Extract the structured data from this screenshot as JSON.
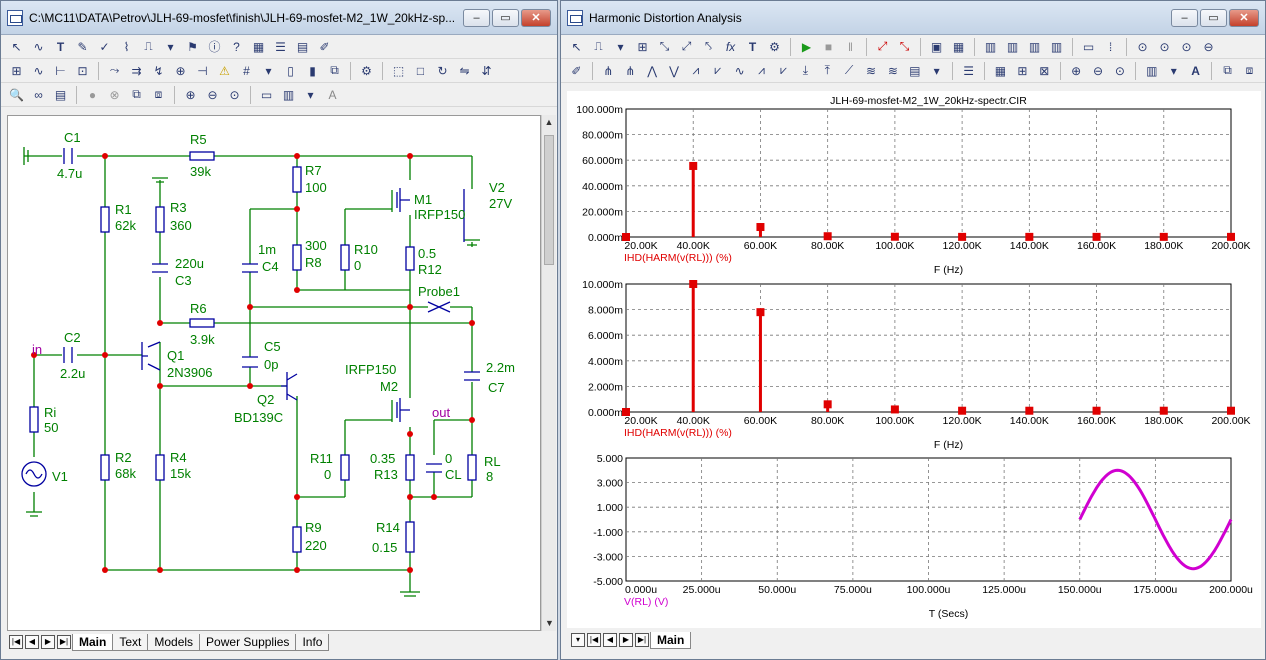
{
  "left_window": {
    "title": "C:\\MC11\\DATA\\Petrov\\JLH-69-mosfet\\finish\\JLH-69-mosfet-M2_1W_20kHz-sp...",
    "tabs": [
      "Main",
      "Text",
      "Models",
      "Power Supplies",
      "Info"
    ],
    "components": {
      "C1": {
        "name": "C1",
        "value": "4.7u"
      },
      "R5": {
        "name": "R5",
        "value": "39k"
      },
      "R7": {
        "name": "R7",
        "value": "100"
      },
      "M1": {
        "name": "M1",
        "value": "IRFP150"
      },
      "V2": {
        "name": "V2",
        "value": "27V"
      },
      "R1": {
        "name": "R1",
        "value": "62k"
      },
      "R3": {
        "name": "R3",
        "value": "360"
      },
      "C3": {
        "name": "C3",
        "value": "220u"
      },
      "C4": {
        "name": "C4",
        "value": "1m"
      },
      "R8": {
        "name": "R8",
        "value": "300"
      },
      "R10": {
        "name": "R10",
        "value": "0"
      },
      "R12": {
        "name": "R12",
        "value": "0.5"
      },
      "probe": "Probe1",
      "R6": {
        "name": "R6",
        "value": "3.9k"
      },
      "C2": {
        "name": "C2",
        "value": "2.2u"
      },
      "Q1": {
        "name": "Q1",
        "value": "2N3906"
      },
      "C5": {
        "name": "C5",
        "value": "0p"
      },
      "C7": {
        "name": "C7",
        "value": "2.2m"
      },
      "in_label": "in",
      "out_label": "out",
      "Q2": {
        "name": "Q2",
        "value": "BD139C"
      },
      "M2": {
        "name": "M2",
        "value": "IRFP150"
      },
      "Ri": {
        "name": "Ri",
        "value": "50"
      },
      "V1": {
        "name": "V1"
      },
      "R2": {
        "name": "R2",
        "value": "68k"
      },
      "R4": {
        "name": "R4",
        "value": "15k"
      },
      "R11": {
        "name": "R11",
        "value": "0"
      },
      "R13": {
        "name": "R13",
        "value": "0.35"
      },
      "CL": {
        "name": "CL",
        "value": "0"
      },
      "RL": {
        "name": "RL",
        "value": "8"
      },
      "R9": {
        "name": "R9",
        "value": "220"
      },
      "R14": {
        "name": "R14",
        "value": "0.15"
      }
    }
  },
  "right_window": {
    "title": "Harmonic Distortion Analysis",
    "tabs": [
      "Main"
    ]
  },
  "colors": {
    "wire": "#008000",
    "node": "#e00000",
    "component": "#0000a0",
    "harm": "#e00000",
    "wave": "#d000d0"
  },
  "chart_data": [
    {
      "type": "bar",
      "title": "JLH-69-mosfet-M2_1W_20kHz-spectr.CIR",
      "ylabel": "IHD(HARM(v(RL))) (%)",
      "xlabel": "F (Hz)",
      "x_ticks": [
        "20.00K",
        "40.00K",
        "60.00K",
        "80.00K",
        "100.00K",
        "120.00K",
        "140.00K",
        "160.00K",
        "180.00K",
        "200.00K"
      ],
      "y_ticks": [
        "100.000m",
        "80.000m",
        "60.000m",
        "40.000m",
        "20.000m",
        "0.000m"
      ],
      "ylim": [
        0,
        100
      ],
      "xlim": [
        20000,
        200000
      ],
      "x": [
        20000,
        40000,
        60000,
        80000,
        100000,
        120000,
        140000,
        160000,
        180000,
        200000
      ],
      "values": [
        0,
        55.5,
        7.8,
        0.6,
        0.2,
        0.1,
        0.1,
        0.1,
        0.1,
        0.1
      ]
    },
    {
      "type": "bar",
      "ylabel": "IHD(HARM(v(RL))) (%)",
      "xlabel": "F (Hz)",
      "x_ticks": [
        "20.00K",
        "40.00K",
        "60.00K",
        "80.00K",
        "100.00K",
        "120.00K",
        "140.00K",
        "160.00K",
        "180.00K",
        "200.00K"
      ],
      "y_ticks": [
        "10.000m",
        "8.000m",
        "6.000m",
        "4.000m",
        "2.000m",
        "0.000m"
      ],
      "ylim": [
        0,
        10
      ],
      "xlim": [
        20000,
        200000
      ],
      "x": [
        20000,
        40000,
        60000,
        80000,
        100000,
        120000,
        140000,
        160000,
        180000,
        200000
      ],
      "values": [
        0,
        10,
        7.8,
        0.6,
        0.2,
        0.1,
        0.1,
        0.1,
        0.1,
        0.1
      ]
    },
    {
      "type": "line",
      "ylabel": "V(RL) (V)",
      "xlabel": "T (Secs)",
      "x_ticks": [
        "0.000u",
        "25.000u",
        "50.000u",
        "75.000u",
        "100.000u",
        "125.000u",
        "150.000u",
        "175.000u",
        "200.000u"
      ],
      "y_ticks": [
        "5.000",
        "3.000",
        "1.000",
        "-1.000",
        "-3.000",
        "-5.000"
      ],
      "ylim": [
        -5,
        5
      ],
      "xlim": [
        0,
        200
      ],
      "series": [
        {
          "x_start": 150,
          "x_end": 200,
          "amplitude": 4,
          "offset": 0,
          "period": 50
        }
      ]
    }
  ]
}
